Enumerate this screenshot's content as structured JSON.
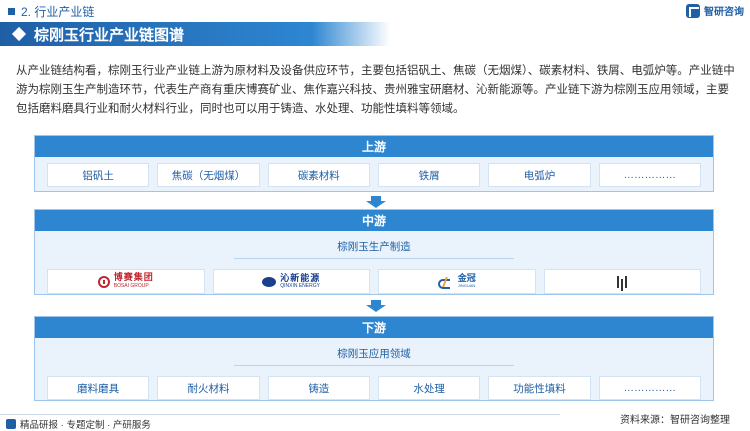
{
  "header": {
    "section_title": "2. 行业产业链",
    "brand": "智研咨询"
  },
  "banner": {
    "title": "棕刚玉行业产业链图谱"
  },
  "intro": "从产业链结构看，棕刚玉行业产业链上游为原材料及设备供应环节，主要包括铝矾土、焦碳（无烟煤）、碳素材料、铁屑、电弧炉等。产业链中游为棕刚玉生产制造环节，代表生产商有重庆博赛矿业、焦作嘉兴科技、贵州雅宝研磨材、沁新能源等。产业链下游为棕刚玉应用领域，主要包括磨料磨具行业和耐火材料行业，同时也可以用于铸造、水处理、功能性填料等领域。",
  "upstream": {
    "label": "上游",
    "items": [
      "铝矾土",
      "焦碳（无烟煤）",
      "碳素材料",
      "铁屑",
      "电弧炉",
      "……………"
    ]
  },
  "midstream": {
    "label": "中游",
    "sublabel": "棕刚玉生产制造",
    "companies": [
      {
        "name": "博赛集团",
        "sub": "BOSAI GROUP"
      },
      {
        "name": "沁新能源",
        "sub": "QINXIN ENERGY"
      },
      {
        "name": "金冠",
        "sub": "JINGUAN"
      },
      {
        "name": "",
        "sub": ""
      }
    ]
  },
  "downstream": {
    "label": "下游",
    "sublabel": "棕刚玉应用领域",
    "items": [
      "磨料磨具",
      "耐火材料",
      "铸造",
      "水处理",
      "功能性填料",
      "……………"
    ]
  },
  "footer": {
    "source": "资料来源：智研咨询整理",
    "tagline": "精品研报 · 专题定制 · 产研服务"
  },
  "colors": {
    "primary": "#1f5fa6",
    "accent": "#2e86d1",
    "panel": "#eaf3fb"
  }
}
